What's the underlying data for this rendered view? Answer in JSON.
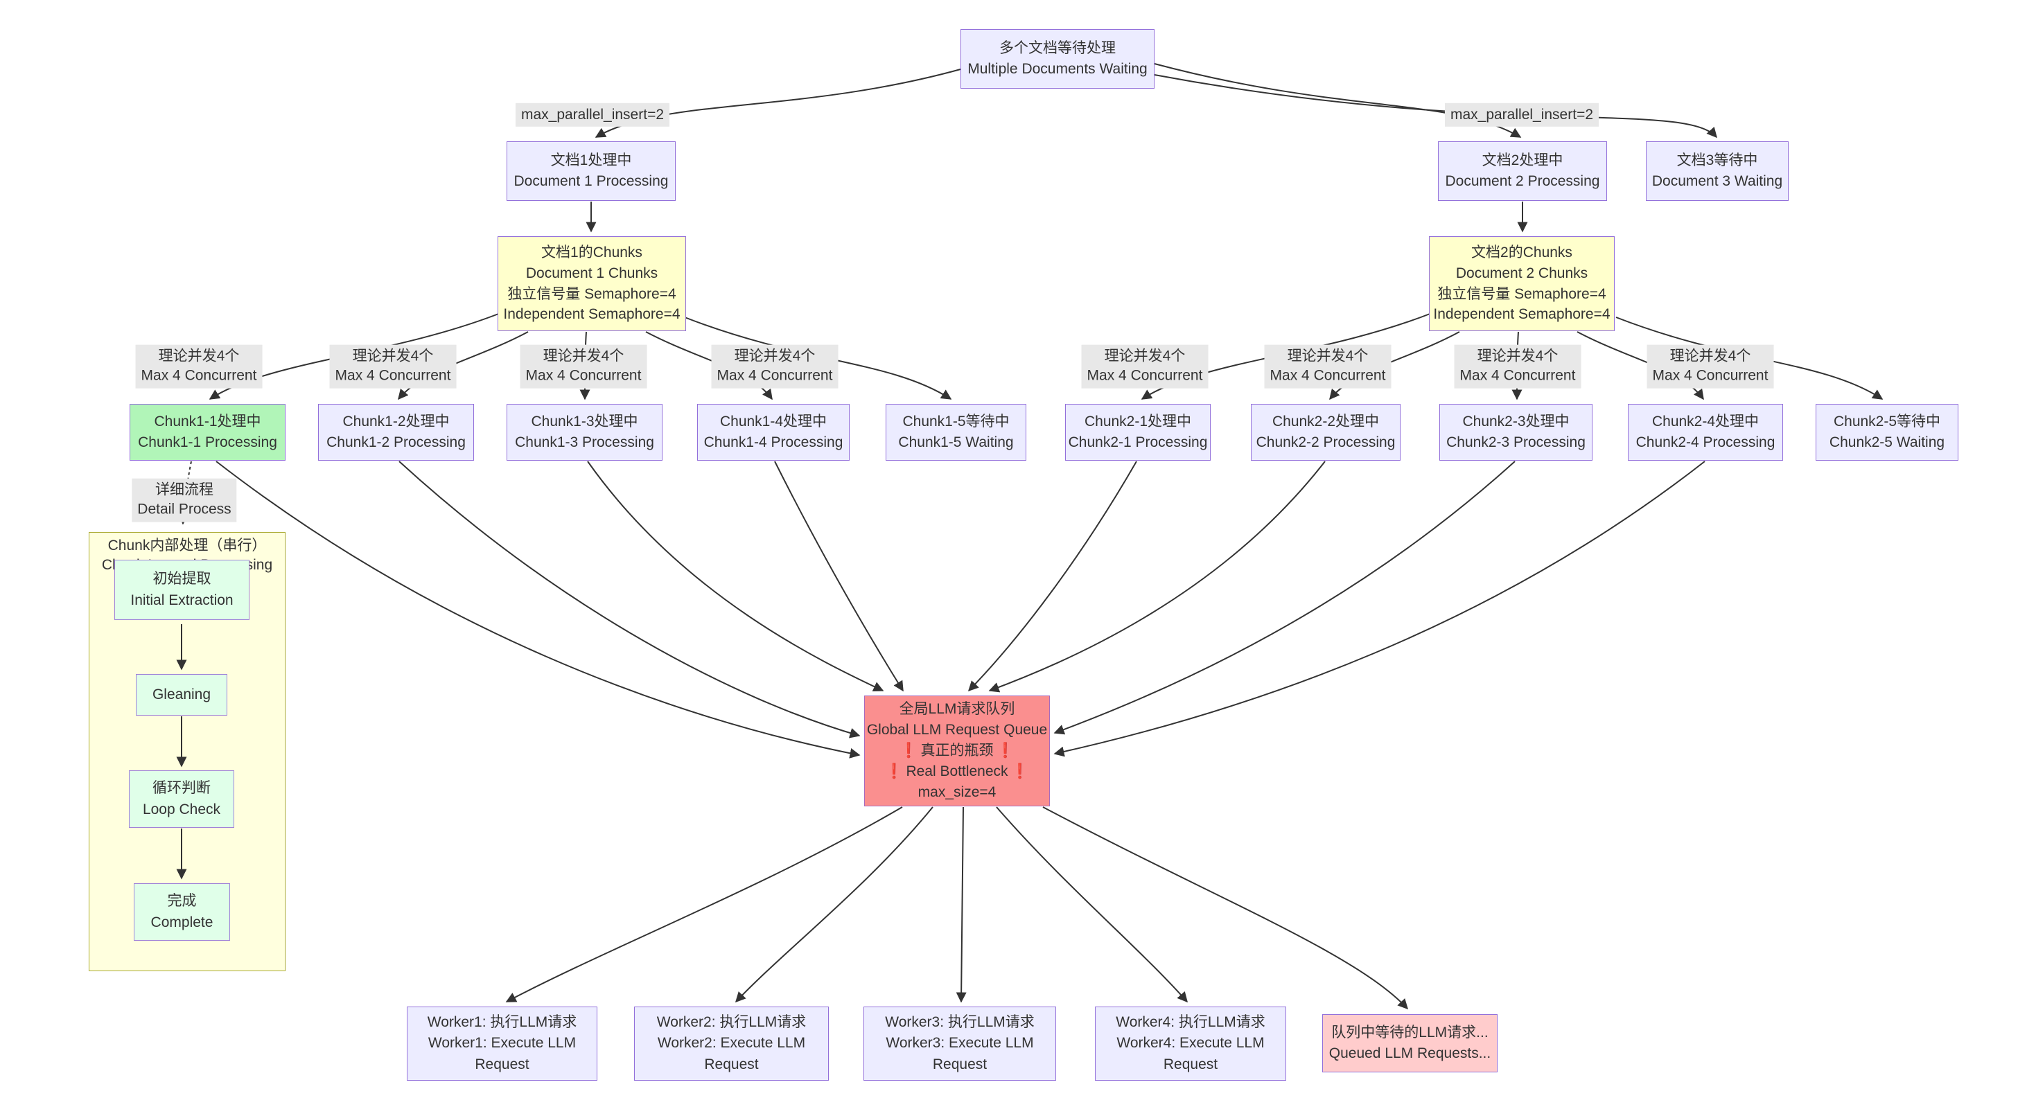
{
  "diagram": {
    "title_hint": "LLM request pipeline flowchart",
    "colors": {
      "background": "#ffffff",
      "default_node_fill": "#ececff",
      "default_node_border": "#9370db",
      "yellow_node_fill": "#ffffcc",
      "green_node_fill": "#b1f5b8",
      "mint_node_fill": "#e0ffe9",
      "red_node_fill": "#fa8f8f",
      "pink_node_fill": "#ffcccc",
      "subgraph_fill": "#ffffde",
      "subgraph_border": "#aaaa33",
      "edge_color": "#333333",
      "edge_label_bg": "#e8e8e8",
      "exclamation_color": "#e02020"
    },
    "nodes": {
      "docs_waiting": {
        "line1": "多个文档等待处理",
        "line2": "Multiple Documents Waiting"
      },
      "doc1": {
        "line1": "文档1处理中",
        "line2": "Document 1 Processing"
      },
      "doc2": {
        "line1": "文档2处理中",
        "line2": "Document 2 Processing"
      },
      "doc3": {
        "line1": "文档3等待中",
        "line2": "Document 3 Waiting"
      },
      "chunks1": {
        "line1": "文档1的Chunks",
        "line2": "Document 1 Chunks",
        "line3": "独立信号量 Semaphore=4",
        "line4": "Independent Semaphore=4"
      },
      "chunks2": {
        "line1": "文档2的Chunks",
        "line2": "Document 2 Chunks",
        "line3": "独立信号量 Semaphore=4",
        "line4": "Independent Semaphore=4"
      },
      "c11": {
        "line1": "Chunk1-1处理中",
        "line2": "Chunk1-1 Processing"
      },
      "c12": {
        "line1": "Chunk1-2处理中",
        "line2": "Chunk1-2 Processing"
      },
      "c13": {
        "line1": "Chunk1-3处理中",
        "line2": "Chunk1-3 Processing"
      },
      "c14": {
        "line1": "Chunk1-4处理中",
        "line2": "Chunk1-4 Processing"
      },
      "c15": {
        "line1": "Chunk1-5等待中",
        "line2": "Chunk1-5 Waiting"
      },
      "c21": {
        "line1": "Chunk2-1处理中",
        "line2": "Chunk2-1 Processing"
      },
      "c22": {
        "line1": "Chunk2-2处理中",
        "line2": "Chunk2-2 Processing"
      },
      "c23": {
        "line1": "Chunk2-3处理中",
        "line2": "Chunk2-3 Processing"
      },
      "c24": {
        "line1": "Chunk2-4处理中",
        "line2": "Chunk2-4 Processing"
      },
      "c25": {
        "line1": "Chunk2-5等待中",
        "line2": "Chunk2-5 Waiting"
      },
      "queue": {
        "line1": "全局LLM请求队列",
        "line2": "Global LLM Request Queue",
        "mark": "❗",
        "line3": "真正的瓶颈",
        "line4": "Real Bottleneck",
        "line5": "max_size=4"
      },
      "w1": {
        "line1": "Worker1: 执行LLM请求",
        "line2": "Worker1: Execute LLM Request"
      },
      "w2": {
        "line1": "Worker2: 执行LLM请求",
        "line2": "Worker2: Execute LLM Request"
      },
      "w3": {
        "line1": "Worker3: 执行LLM请求",
        "line2": "Worker3: Execute LLM Request"
      },
      "w4": {
        "line1": "Worker4: 执行LLM请求",
        "line2": "Worker4: Execute LLM Request"
      },
      "queued": {
        "line1": "队列中等待的LLM请求...",
        "line2": "Queued LLM Requests..."
      },
      "subgraph_title": {
        "line1": "Chunk内部处理（串行）",
        "line2": "Chunk Internal Processing"
      },
      "init": {
        "line1": "初始提取",
        "line2": "Initial Extraction"
      },
      "gleaning": {
        "line1": "Gleaning"
      },
      "loop": {
        "line1": "循环判断",
        "line2": "Loop Check"
      },
      "complete": {
        "line1": "完成",
        "line2": "Complete"
      }
    },
    "edge_labels": {
      "mpi": "max_parallel_insert=2",
      "concurrent1": "理论并发4个",
      "concurrent2": "Max 4 Concurrent",
      "detail1": "详细流程",
      "detail2": "Detail Process"
    }
  }
}
